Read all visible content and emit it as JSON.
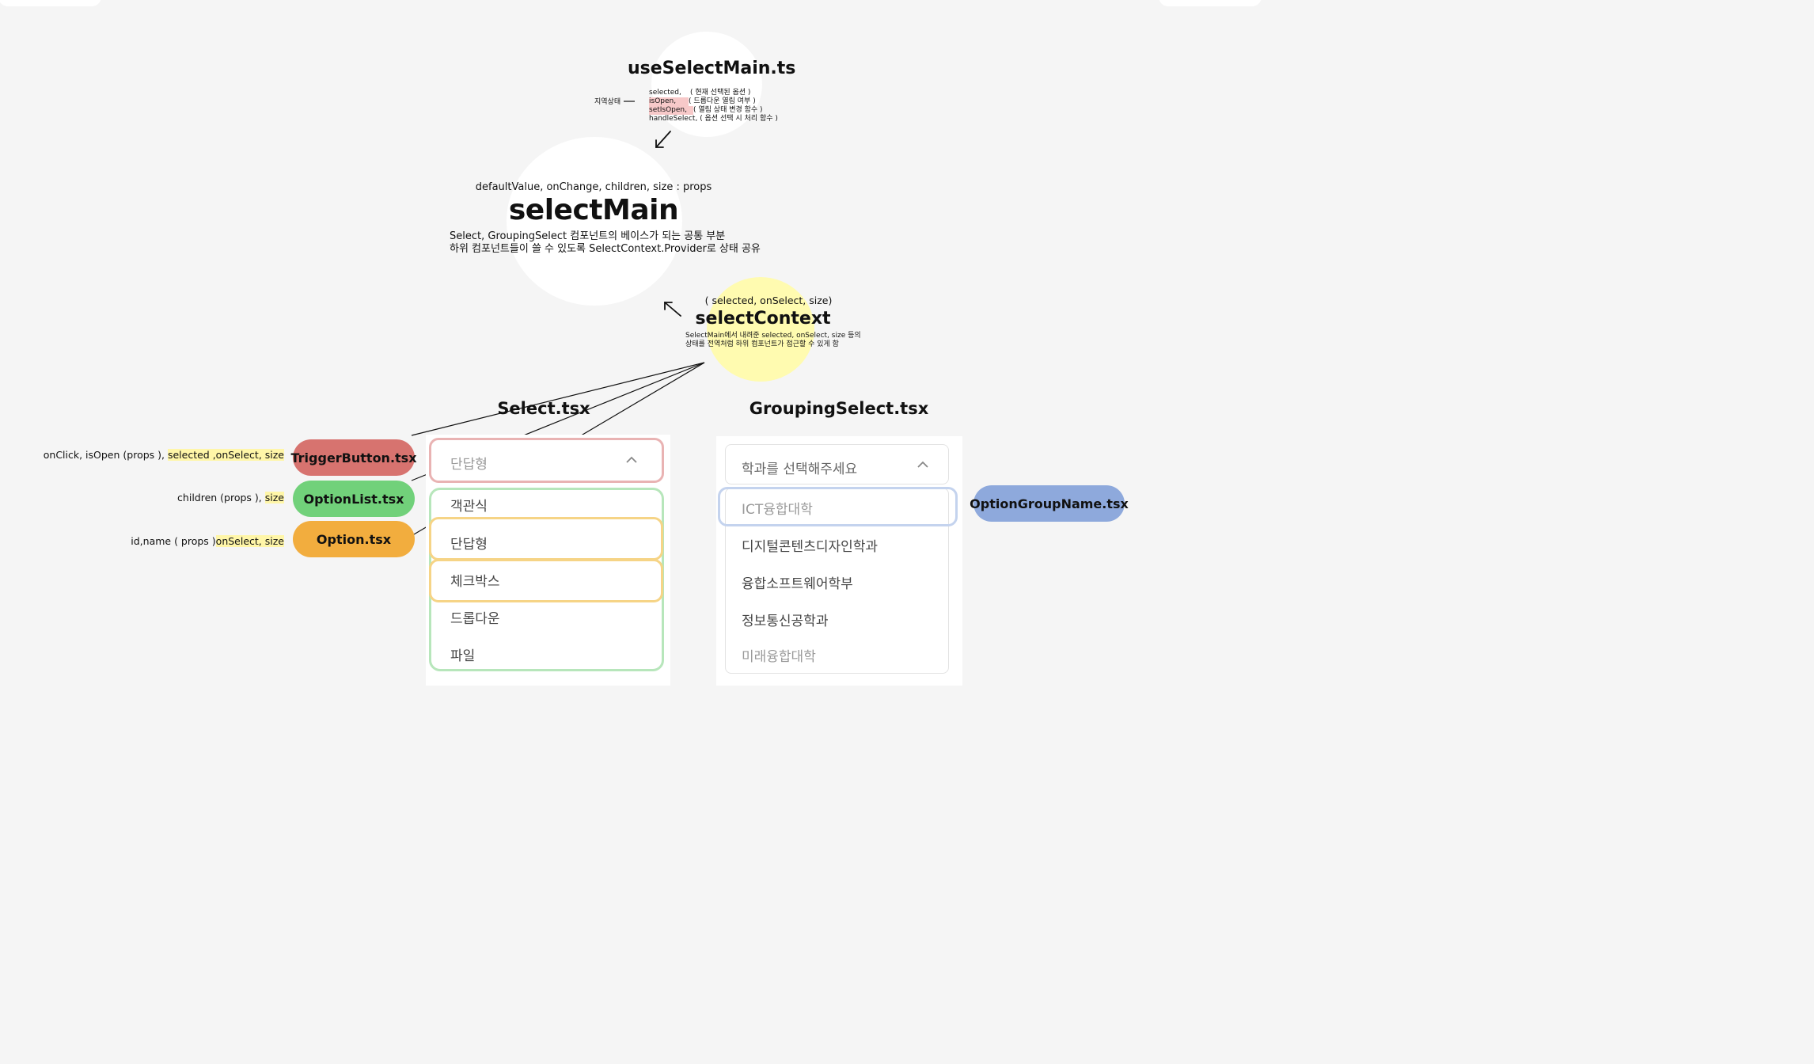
{
  "use_select_main": {
    "title": "useSelectMain.ts",
    "local_state_label": "지역상태",
    "lines": [
      {
        "name": "selected,",
        "desc": "( 현재 선택된 옵션 )"
      },
      {
        "name": "isOpen,",
        "desc": "( 드롭다운 열림 여부 )"
      },
      {
        "name": "setIsOpen,",
        "desc": "( 열림 상태 변경 함수 )"
      },
      {
        "name": "handleSelect,",
        "desc": "( 옵션 선택 시 처리 함수 )"
      }
    ]
  },
  "select_main": {
    "props": "defaultValue, onChange, children, size : props",
    "title": "selectMain",
    "desc_line1": "Select, GroupingSelect 컴포넌트의 베이스가 되는 공통 부분",
    "desc_line2": "하위 컴포넌트들이 쓸 수 있도록 SelectContext.Provider로 상태 공유"
  },
  "select_context": {
    "props": "( selected, onSelect, size)",
    "title": "selectContext",
    "desc_line1": "SelectMain에서 내려준 selected, onSelect, size 등의",
    "desc_line2": "상태를 전역처럼 하위 컴포넌트가 접근할 수 있게 함"
  },
  "select_tsx": {
    "title": "Select.tsx",
    "trigger_value": "단답형",
    "options": [
      "객관식",
      "단답형",
      "체크박스",
      "드롭다운",
      "파일"
    ]
  },
  "grouping_select_tsx": {
    "title": "GroupingSelect.tsx",
    "placeholder": "학과를 선택해주세요",
    "group_name": "ICT융합대학",
    "options": [
      "디지털콘텐츠디자인학과",
      "융합소프트웨어학부",
      "정보통신공학과"
    ],
    "next_group": "미래융합대학"
  },
  "components": {
    "trigger_button": {
      "label": "TriggerButton.tsx",
      "props_plain": "onClick, isOpen (props ), ",
      "props_hl": "selected ,onSelect, size",
      "color": "#d7736f"
    },
    "option_list": {
      "label": "OptionList.tsx",
      "props_plain": "children (props ), ",
      "props_hl": "size",
      "color": "#71d17a"
    },
    "option": {
      "label": "Option.tsx",
      "props_plain": "id,name ( props )",
      "props_hl": "onSelect, size",
      "color": "#f2ad3e"
    },
    "option_group_name": {
      "label": "OptionGroupName.tsx",
      "color": "#8ea9dc"
    }
  },
  "colors": {
    "background": "#f5f5f5",
    "context_yellow": "#fffbb0",
    "trigger_ring": "#e9b3b3",
    "list_ring": "#b7e6bb",
    "option_ring": "#f6d486",
    "group_ring": "#c4d3ee"
  }
}
